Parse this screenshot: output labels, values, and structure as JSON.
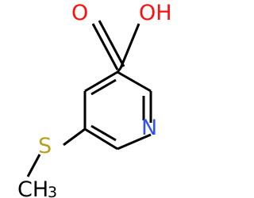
{
  "molecule": {
    "atoms": {
      "carbonyl_oxygen": "O",
      "hydroxyl": "OH",
      "ring_nitrogen": "N",
      "sulfur": "S",
      "methyl_carbon": "CH",
      "methyl_subscript": "3"
    },
    "colors": {
      "bond": "#000000",
      "oxygen": "#ff0d0d",
      "nitrogen": "#3050f8",
      "sulfur": "#b5a01c",
      "carbon": "#000000"
    }
  }
}
